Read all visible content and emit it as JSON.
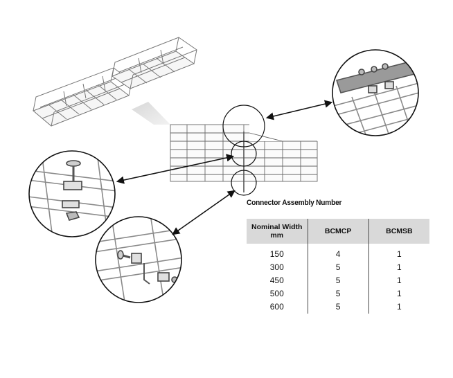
{
  "caption": "Connector Assembly Number",
  "table": {
    "headers": [
      "Nominal Width\nmm",
      "BCMCP",
      "BCMSB"
    ],
    "header_width_line1": "Nominal Width",
    "header_width_line2": "mm",
    "rows": [
      [
        "150",
        "4",
        "1"
      ],
      [
        "300",
        "5",
        "1"
      ],
      [
        "450",
        "5",
        "1"
      ],
      [
        "500",
        "5",
        "1"
      ],
      [
        "600",
        "5",
        "1"
      ]
    ]
  },
  "colors": {
    "line": "#3a3a3a",
    "header_fill": "#d9d9d9",
    "wire": "#8a8a8a"
  }
}
